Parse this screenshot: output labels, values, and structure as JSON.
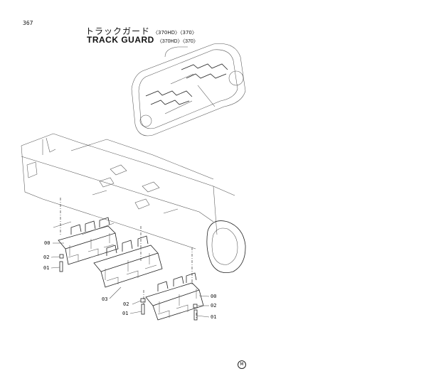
{
  "page_number": "367",
  "title": {
    "japanese": "トラックガード",
    "japanese_sub": "〈370HD〉〈370〉",
    "english": "TRACK GUARD",
    "english_sub": "〈370HD〉〈370〉"
  },
  "callouts": {
    "left_00": "00",
    "left_02": "02",
    "left_01": "01",
    "mid_03": "03",
    "mid_02": "02",
    "mid_01": "01",
    "right_00": "00",
    "right_02": "02",
    "right_01": "01"
  },
  "stamp": "M"
}
